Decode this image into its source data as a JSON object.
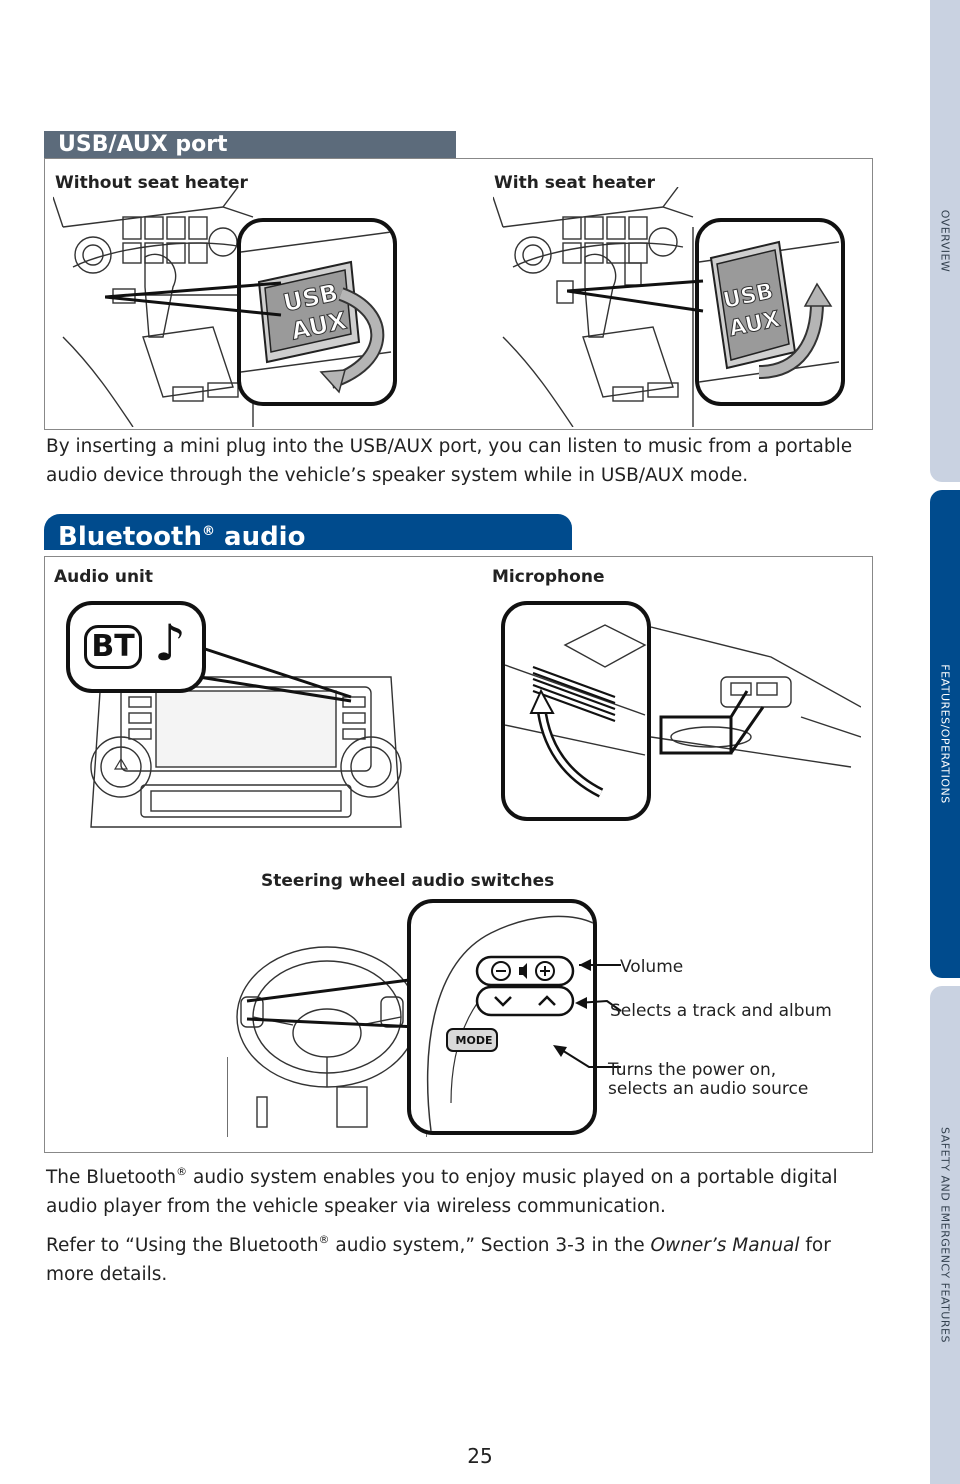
{
  "side_tabs": [
    {
      "label": "OVERVIEW",
      "active": false
    },
    {
      "label": "FEATURES/OPERATIONS",
      "active": true
    },
    {
      "label": "SAFETY AND EMERGENCY FEATURES",
      "active": false
    }
  ],
  "usb_section": {
    "title": "USB/AUX port",
    "caption_left": "Without seat heater",
    "caption_right": "With seat heater",
    "port_label_line1": "USB",
    "port_label_line2": "AUX",
    "description": "By inserting a mini plug into the USB/AUX port, you can listen to music from a portable audio device through the vehicle’s speaker system while in USB/AUX mode."
  },
  "bt_section": {
    "title": "Bluetooth",
    "title_reg": "®",
    "title_rest": " audio",
    "caption_audio_unit": "Audio unit",
    "caption_microphone": "Microphone",
    "bt_badge": "BT",
    "caption_steering": "Steering wheel audio switches",
    "mode_button": "MODE",
    "callout_volume": "Volume",
    "callout_track": "Selects a track and album",
    "callout_power_line1": "Turns the power on,",
    "callout_power_line2": "selects an audio source",
    "para1_a": "The Bluetooth",
    "para1_reg": "®",
    "para1_b": " audio system enables you to enjoy music played on a portable digital audio player from the vehicle speaker via wireless communication.",
    "para2_a": "Refer to “Using the Bluetooth",
    "para2_reg": "®",
    "para2_b": " audio system,” Section 3-3 in the ",
    "para2_italic": "Owner’s Manual",
    "para2_c": " for more details."
  },
  "page_number": "25"
}
